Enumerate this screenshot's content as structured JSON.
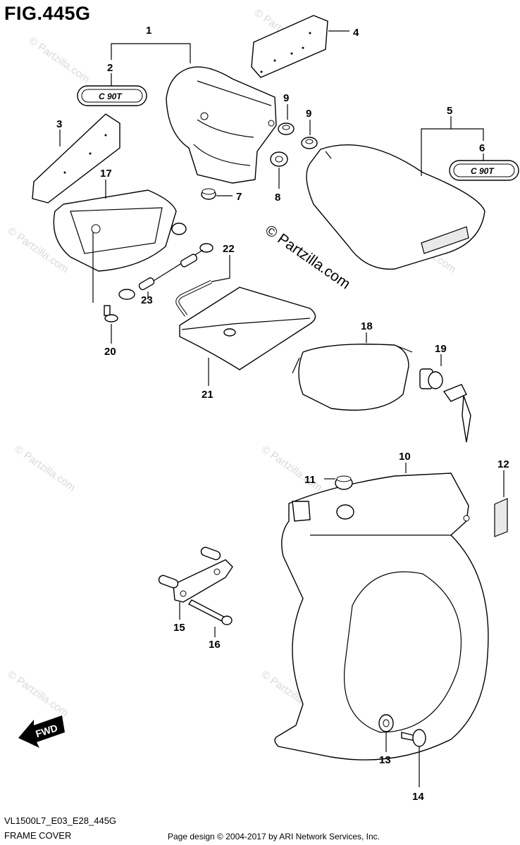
{
  "figure": {
    "title": "FIG.445G",
    "model_code": "VL1500L7_E03_E28_445G",
    "name": "FRAME COVER",
    "copyright": "Page design © 2004-2017 by ARI Network Services, Inc."
  },
  "watermark": {
    "text": "© Partzilla.com",
    "center_text": "© Partzilla.com"
  },
  "emblem_text": "C 90T",
  "direction_arrow": "FWD",
  "callouts": [
    "1",
    "2",
    "3",
    "4",
    "5",
    "6",
    "7",
    "8",
    "9",
    "9",
    "10",
    "11",
    "12",
    "13",
    "14",
    "15",
    "16",
    "17",
    "18",
    "19",
    "20",
    "21",
    "22",
    "23"
  ],
  "colors": {
    "line": "#000000",
    "watermark": "#d9d9d9",
    "background": "#ffffff"
  }
}
